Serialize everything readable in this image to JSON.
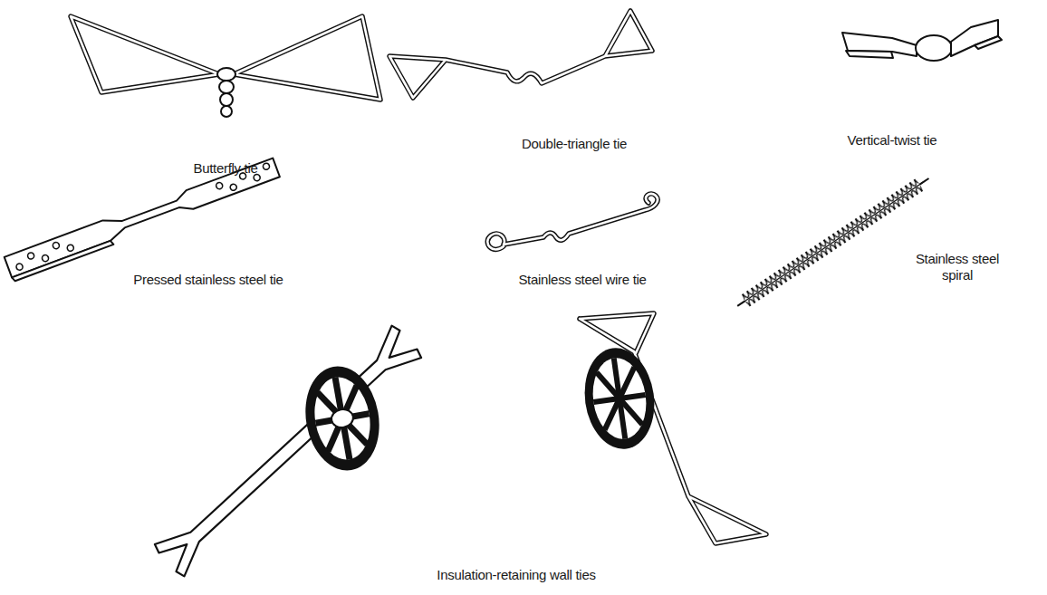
{
  "diagram": {
    "labels": [
      "Butterfly tie",
      "Double-triangle tie",
      "Vertical-twist tie",
      "Pressed stainless steel tie",
      "Stainless steel wire tie",
      "Stainless steel spiral",
      "Insulation-retaining wall ties"
    ]
  }
}
